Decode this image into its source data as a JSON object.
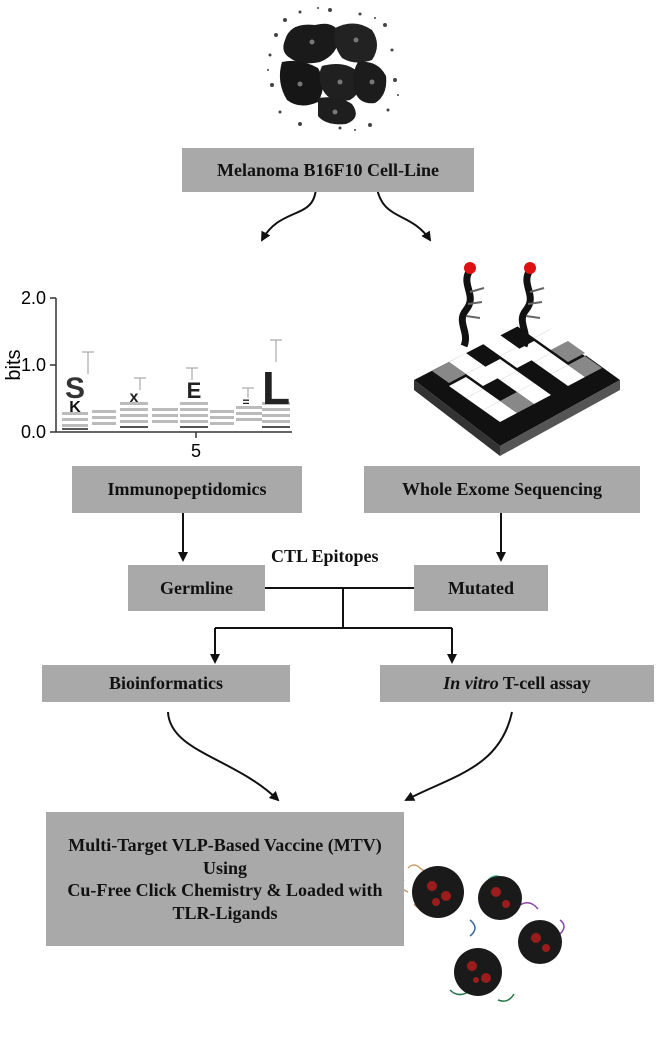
{
  "boxes": {
    "cell_line": "Melanoma B16F10 Cell-Line",
    "immunopeptidomics": "Immunopeptidomics",
    "wes": "Whole Exome Sequencing",
    "germline": "Germline",
    "mutated": "Mutated",
    "bioinformatics": "Bioinformatics",
    "tcell_italic": "In vitro",
    "tcell_rest": " T-cell assay",
    "vaccine_line1": "Multi-Target VLP-Based Vaccine (MTV)",
    "vaccine_line2": "Using",
    "vaccine_line3": "Cu-Free Click Chemistry & Loaded with",
    "vaccine_line4": "TLR-Ligands"
  },
  "epitopes_label": "CTL Epitopes",
  "seq_logo": {
    "ylabel": "bits",
    "y_ticks": [
      "2.0",
      "1.0",
      "0.0"
    ],
    "x_tick": "5",
    "glyphs": [
      "S",
      "K",
      "E",
      "L"
    ]
  }
}
